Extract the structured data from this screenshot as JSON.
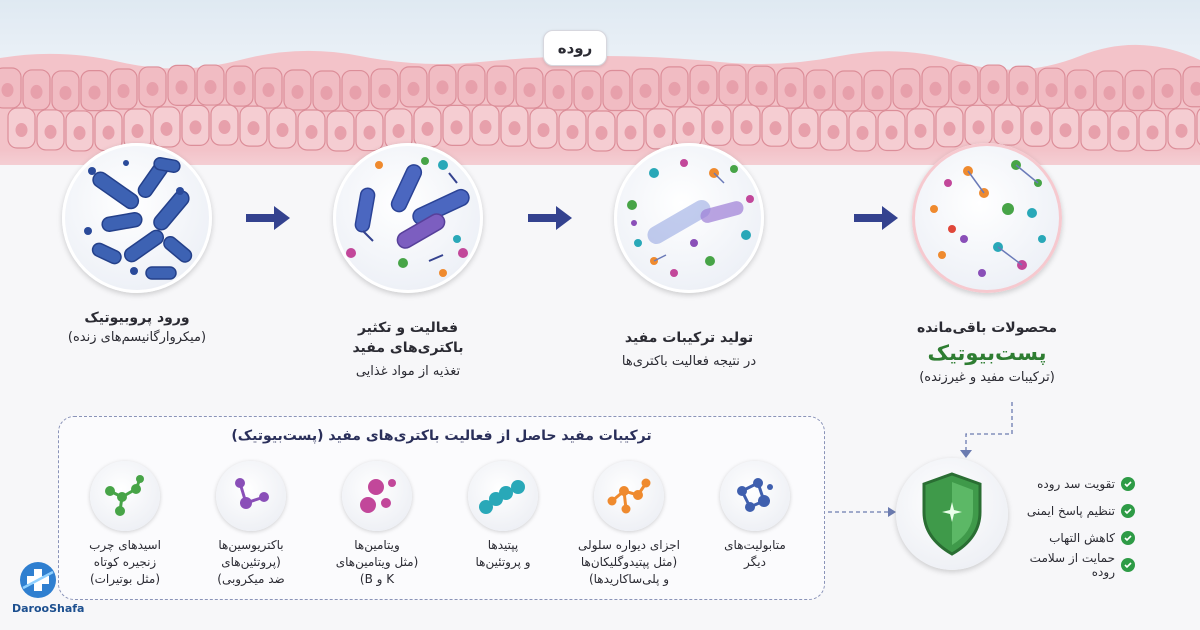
{
  "gut": {
    "label": "روده"
  },
  "stages": [
    {
      "line1": "ورود پروبیوتیک",
      "line2": "(میکروارگانیسم‌های زنده)"
    },
    {
      "line1": "فعالیت و تکثیر",
      "line2": "باکتری‌های مفید",
      "line3": "تغذیه از مواد غذایی"
    },
    {
      "line1": "تولید ترکیبات مفید",
      "line2": "در نتیجه فعالیت باکتری‌ها"
    },
    {
      "line1": "محصولات باقی‌مانده",
      "highlight": "پست‌بیوتیک",
      "line2": "(ترکیبات مفید و غیرزنده)"
    }
  ],
  "panel": {
    "title": "ترکیبات مفید حاصل از فعالیت باکتری‌های مفید (پست‌بیوتیک)",
    "items": [
      {
        "icon": "metabolites-icon",
        "color": "#3f5fae",
        "lines": [
          "متابولیت‌های",
          "دیگر"
        ]
      },
      {
        "icon": "cell-wall-icon",
        "color": "#ef8a2e",
        "lines": [
          "اجزای دیواره سلولی",
          "(مثل پپتیدوگلیکان‌ها",
          "و پلی‌ساکاریدها)"
        ]
      },
      {
        "icon": "peptides-icon",
        "color": "#29a8b8",
        "lines": [
          "پپتیدها",
          "و پروتئین‌ها"
        ]
      },
      {
        "icon": "vitamins-icon",
        "color": "#c2479a",
        "lines": [
          "ویتامین‌ها",
          "(مثل ویتامین‌های",
          "K و B)"
        ]
      },
      {
        "icon": "bacteriocins-icon",
        "color": "#8a4fb8",
        "lines": [
          "باکتریوسین‌ها",
          "(پروتئین‌های",
          "ضد میکروبی)"
        ]
      },
      {
        "icon": "fatty-acids-icon",
        "color": "#47a447",
        "lines": [
          "اسیدهای چرب",
          "زنجیره کوتاه",
          "(مثل بوتیرات)"
        ]
      }
    ]
  },
  "benefits": [
    "تقویت سد روده",
    "تنظیم پاسخ ایمنی",
    "کاهش التهاب",
    "حمایت از سلامت روده"
  ],
  "logo": {
    "text": "DarooShafa"
  },
  "colors": {
    "accent": "#3a4a8f",
    "green": "#2e7d32",
    "gut": "#f2b8c0"
  }
}
